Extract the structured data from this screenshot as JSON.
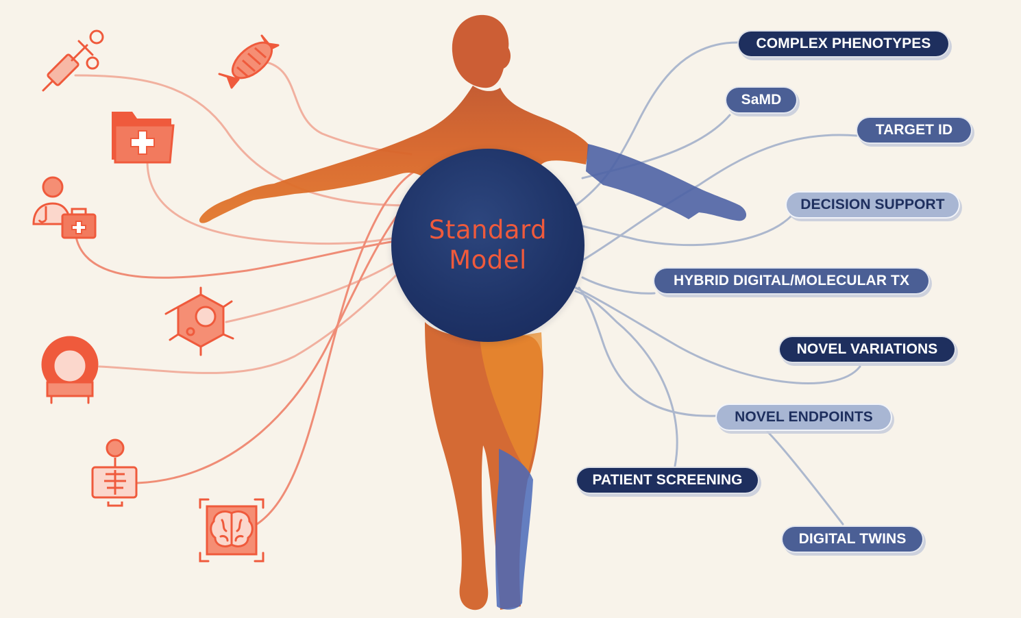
{
  "hub": {
    "line1": "Standard",
    "line2": "Model"
  },
  "colors": {
    "background": "#f8f3ea",
    "hub": "#1f3468",
    "hub_text": "#ef5a3c",
    "icon_red": "#ef5a3c",
    "connector_red": "#ee7b62",
    "connector_blue": "#9fadc9",
    "pill_dark": "#1e2f5e",
    "pill_mid": "#4b5f95",
    "pill_light": "#a8b6d3"
  },
  "labels": {
    "complex_phenotypes": "COMPLEX PHENOTYPES",
    "samd": "SaMD",
    "target_id": "TARGET ID",
    "decision_support": "DECISION SUPPORT",
    "hybrid": "HYBRID DIGITAL/MOLECULAR TX",
    "novel_variations": "NOVEL VARIATIONS",
    "novel_endpoints": "NOVEL ENDPOINTS",
    "patient_screening": "PATIENT SCREENING",
    "digital_twins": "DIGITAL TWINS"
  },
  "icons": [
    "syringe-icon",
    "pill-capsule-icon",
    "medical-folder-icon",
    "doctor-kit-icon",
    "virus-cell-icon",
    "mri-scanner-icon",
    "xray-person-icon",
    "brain-scan-icon"
  ]
}
